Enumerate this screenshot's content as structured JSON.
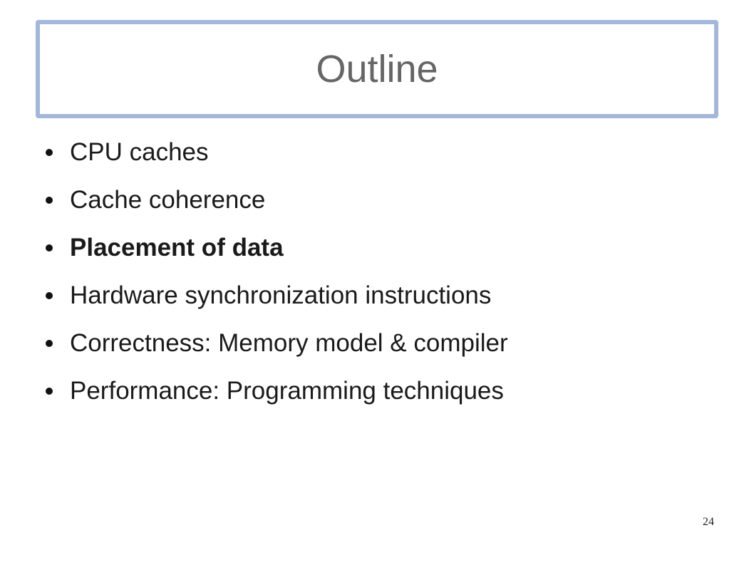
{
  "slide": {
    "title": "Outline",
    "page_number": "24",
    "accent_border_color": "#a3b8d9",
    "bullets": [
      {
        "text": "CPU caches",
        "bold": false
      },
      {
        "text": "Cache coherence",
        "bold": false
      },
      {
        "text": "Placement of data",
        "bold": true
      },
      {
        "text": "Hardware synchronization instructions",
        "bold": false
      },
      {
        "text": "Correctness: Memory model & compiler",
        "bold": false
      },
      {
        "text": "Performance: Programming techniques",
        "bold": false
      }
    ]
  }
}
